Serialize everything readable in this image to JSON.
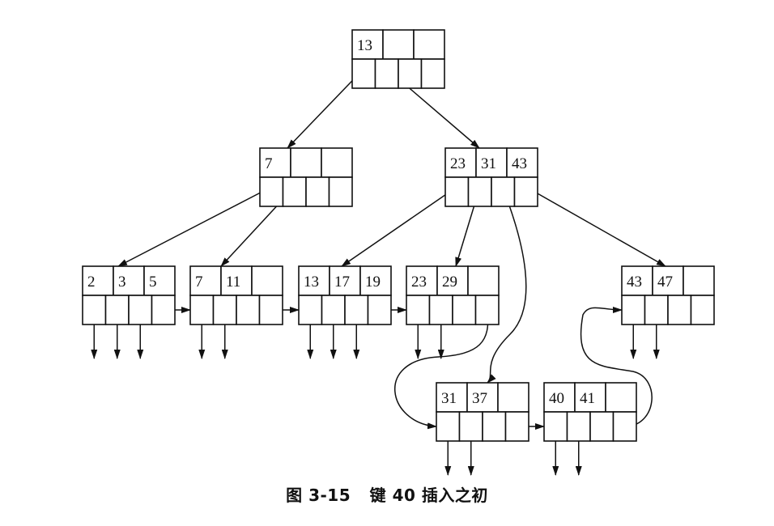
{
  "figure": {
    "number_label": "图 3-15",
    "title": "键 40 插入之初"
  },
  "tree": {
    "type": "B+ tree",
    "keys_per_node": 3,
    "pointers_per_node": 4,
    "nodes": [
      {
        "id": "root",
        "keys": [
          "13",
          "",
          ""
        ]
      },
      {
        "id": "n7",
        "keys": [
          "7",
          "",
          ""
        ]
      },
      {
        "id": "n23",
        "keys": [
          "23",
          "31",
          "43"
        ]
      },
      {
        "id": "leaf1",
        "keys": [
          "2",
          "3",
          "5"
        ]
      },
      {
        "id": "leaf2",
        "keys": [
          "7",
          "11",
          ""
        ]
      },
      {
        "id": "leaf3",
        "keys": [
          "13",
          "17",
          "19"
        ]
      },
      {
        "id": "leaf4",
        "keys": [
          "23",
          "29",
          ""
        ]
      },
      {
        "id": "leaf5",
        "keys": [
          "31",
          "37",
          ""
        ]
      },
      {
        "id": "leaf6",
        "keys": [
          "40",
          "41",
          ""
        ]
      },
      {
        "id": "leaf7",
        "keys": [
          "43",
          "47",
          ""
        ]
      }
    ],
    "edges": [
      {
        "from": "root",
        "ptr": 0,
        "to": "n7"
      },
      {
        "from": "root",
        "ptr": 1,
        "to": "n23"
      },
      {
        "from": "n7",
        "ptr": 0,
        "to": "leaf1"
      },
      {
        "from": "n7",
        "ptr": 1,
        "to": "leaf2"
      },
      {
        "from": "n23",
        "ptr": 0,
        "to": "leaf3"
      },
      {
        "from": "n23",
        "ptr": 1,
        "to": "leaf4"
      },
      {
        "from": "n23",
        "ptr": 2,
        "to": "leaf5"
      },
      {
        "from": "n23",
        "ptr": 3,
        "to": "leaf7"
      }
    ],
    "leaf_chain": [
      "leaf1",
      "leaf2",
      "leaf3",
      "leaf4",
      "leaf5",
      "leaf6",
      "leaf7"
    ],
    "data_pointer_counts": {
      "leaf1": 3,
      "leaf2": 2,
      "leaf3": 3,
      "leaf4": 2,
      "leaf5": 2,
      "leaf6": 2,
      "leaf7": 2
    }
  }
}
